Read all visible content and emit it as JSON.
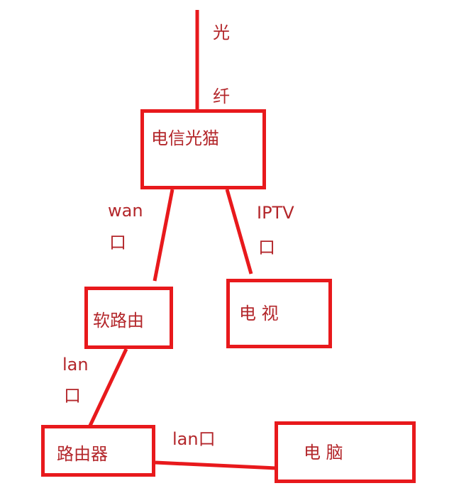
{
  "colors": {
    "line": "#e8191c",
    "text": "#b3262a"
  },
  "nodes": {
    "modem": "电信光猫",
    "soft_router": "软路由",
    "tv": "电 视",
    "router": "路由器",
    "pc": "电 脑"
  },
  "labels": {
    "fiber_1": "光",
    "fiber_2": "纤",
    "wan": "wan",
    "wan_port": "口",
    "iptv": "IPTV",
    "iptv_port": "口",
    "lan1": "lan",
    "lan1_port": "口",
    "lan2": "lan口"
  }
}
